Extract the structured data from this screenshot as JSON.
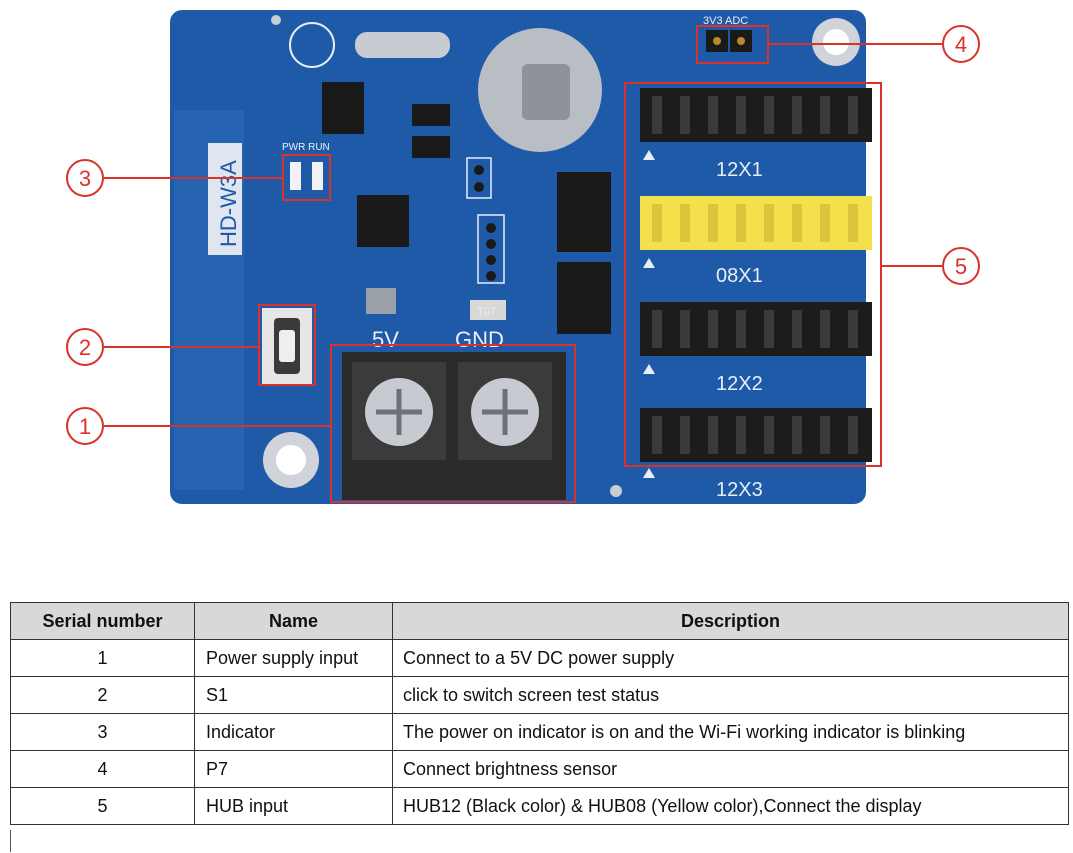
{
  "board": {
    "model_label": "HD-W3A",
    "silk_3v3_adc": "3V3 ADC",
    "silk_pwr_run": "PWR RUN",
    "silk_5v": "5V",
    "silk_gnd": "GND",
    "silk_t07": "T07",
    "port_labels": [
      "12X1",
      "08X1",
      "12X2",
      "12X3"
    ],
    "colors": {
      "pcb": "#1f5aa8",
      "pcb_dark": "#174a90",
      "callout": "#d9322b",
      "terminal": "#2a2a2a",
      "header_black": "#1c1c1c",
      "header_yellow": "#f4e04a"
    }
  },
  "callouts": [
    {
      "number": "1",
      "target": "power-terminal"
    },
    {
      "number": "2",
      "target": "s1-button"
    },
    {
      "number": "3",
      "target": "indicator-leds"
    },
    {
      "number": "4",
      "target": "p7-adc-header"
    },
    {
      "number": "5",
      "target": "hub-headers"
    }
  ],
  "table": {
    "headers": [
      "Serial number",
      "Name",
      "Description"
    ],
    "rows": [
      {
        "serial": "1",
        "name": "Power supply input",
        "description": "Connect to a 5V DC power supply"
      },
      {
        "serial": "2",
        "name": "S1",
        "description": "click to switch screen test status"
      },
      {
        "serial": "3",
        "name": "Indicator",
        "description": "The power on indicator is on and the Wi-Fi working indicator is blinking"
      },
      {
        "serial": "4",
        "name": "P7",
        "description": "Connect brightness sensor"
      },
      {
        "serial": "5",
        "name": "HUB input",
        "description": "HUB12 (Black color) & HUB08 (Yellow color),Connect the display"
      }
    ]
  }
}
